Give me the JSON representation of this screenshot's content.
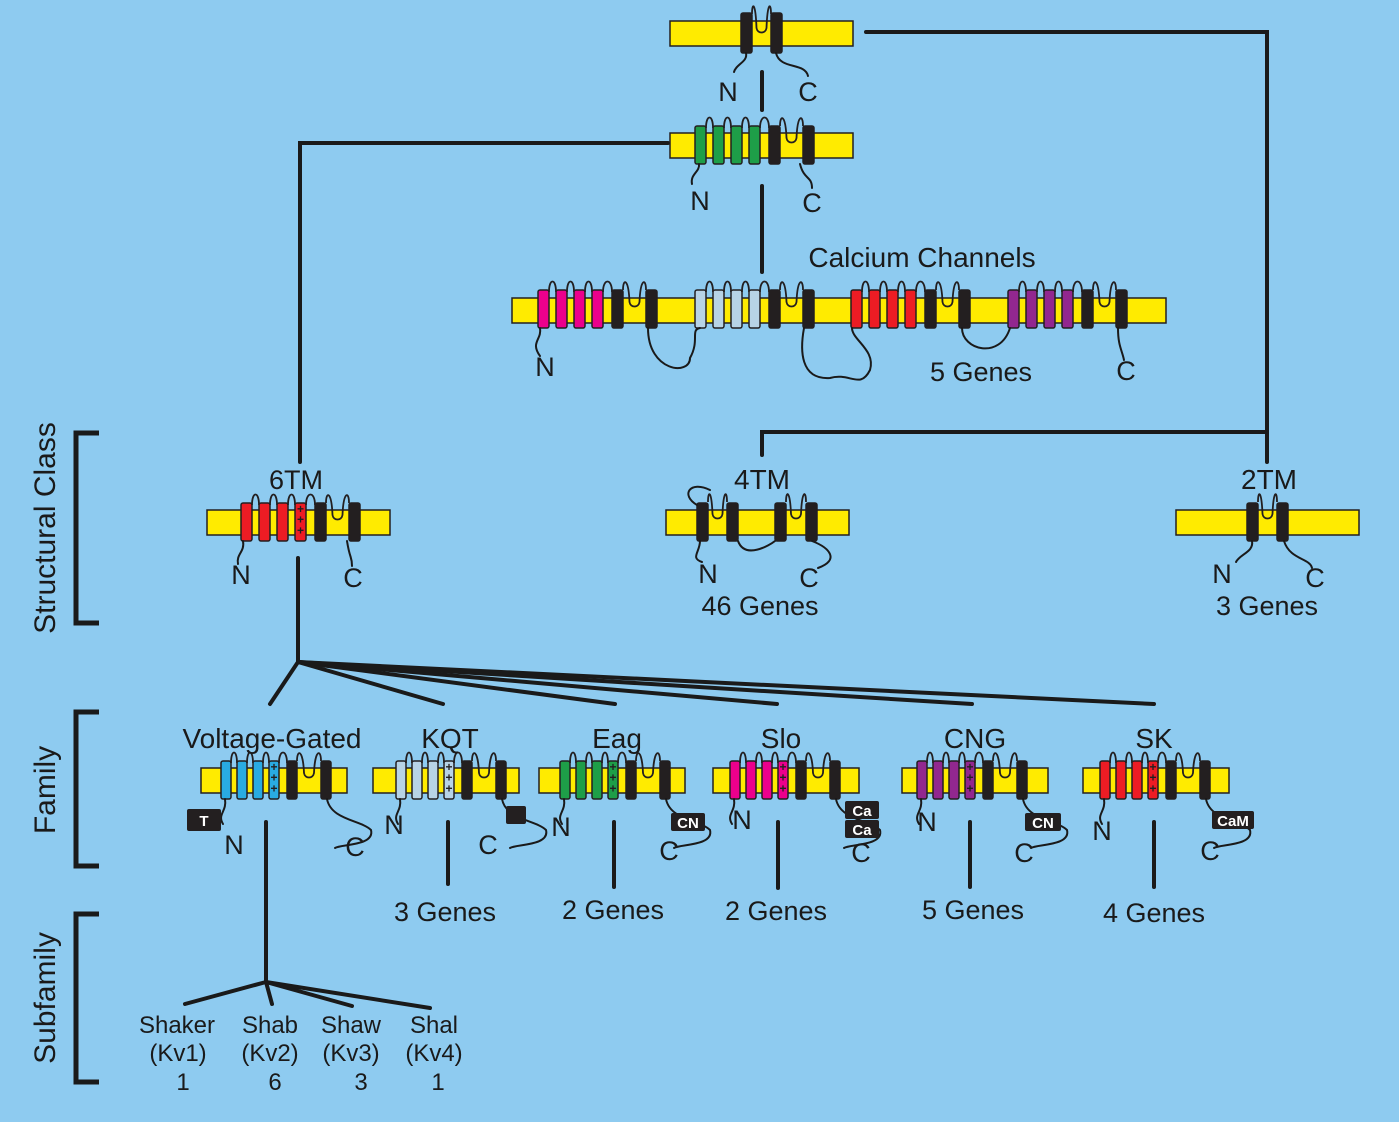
{
  "colors": {
    "background": "#8ecbf0",
    "membrane": "#ffeb00",
    "title_blue": "#2a3496",
    "pore": "#231f20",
    "sensor": "#231f20"
  },
  "nodes": {
    "root": {
      "n": "N",
      "c": "C"
    },
    "sixtm_ancestor": {
      "n": "N",
      "c": "C"
    },
    "calcium": {
      "title": "Calcium Channels",
      "n": "N",
      "c": "C",
      "genes": "5 Genes"
    },
    "sixtm": {
      "title": "6TM",
      "n": "N",
      "c": "C"
    },
    "fourtm": {
      "title": "4TM",
      "n": "N",
      "c": "C",
      "genes": "46 Genes"
    },
    "twotm": {
      "title": "2TM",
      "n": "N",
      "c": "C",
      "genes": "3 Genes"
    }
  },
  "families": [
    {
      "key": "voltage",
      "title": "Voltage-Gated",
      "n": "N",
      "c": "C",
      "genes": "",
      "tag": "T",
      "color": "#29abe2"
    },
    {
      "key": "kqt",
      "title": "KQT",
      "n": "N",
      "c": "C",
      "genes": "3 Genes",
      "tag": "",
      "color": "#b7d3e6"
    },
    {
      "key": "eag",
      "title": "Eag",
      "n": "N",
      "c": "C",
      "genes": "2 Genes",
      "tag": "CN",
      "color": "#1e9e48"
    },
    {
      "key": "slo",
      "title": "Slo",
      "n": "N",
      "c": "C",
      "genes": "2 Genes",
      "tag": "Ca",
      "tag2": "Ca",
      "color": "#ec008c"
    },
    {
      "key": "cng",
      "title": "CNG",
      "n": "N",
      "c": "C",
      "genes": "5 Genes",
      "tag": "CN",
      "color": "#92278f"
    },
    {
      "key": "sk",
      "title": "SK",
      "n": "N",
      "c": "C",
      "genes": "4 Genes",
      "tag": "CaM",
      "color": "#ed1c24"
    }
  ],
  "calcium_domain_colors": [
    "#ec008c",
    "#b7d3e6",
    "#ed1c24",
    "#92278f"
  ],
  "sixtm_sensor_color": "#ed1c24",
  "ancestor_sensor_color": "#1e9e48",
  "subfamilies": [
    {
      "name": "Shaker",
      "kv": "(Kv1)",
      "count": "1"
    },
    {
      "name": "Shab",
      "kv": "(Kv2)",
      "count": "6"
    },
    {
      "name": "Shaw",
      "kv": "(Kv3)",
      "count": "3"
    },
    {
      "name": "Shal",
      "kv": "(Kv4)",
      "count": "1"
    }
  ],
  "levels": {
    "structural_class": "Structural Class",
    "family": "Family",
    "subfamily": "Subfamily"
  },
  "plus_glyph": "+"
}
